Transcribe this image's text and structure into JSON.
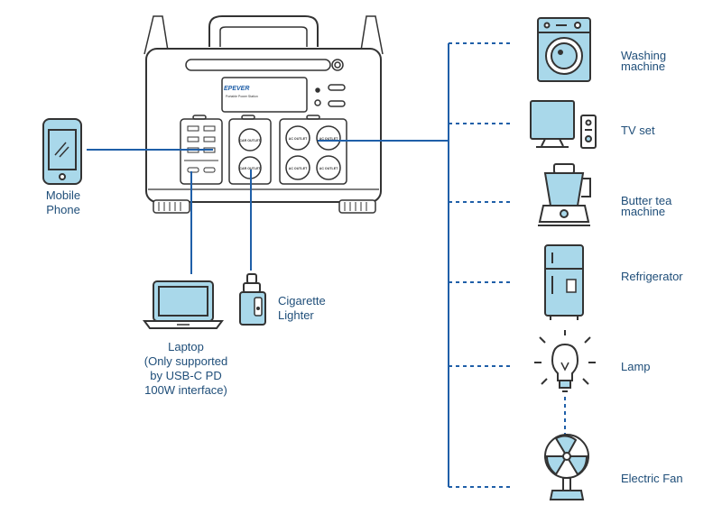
{
  "device": {
    "brand": "EPEVER",
    "subtitle": "Portable Power Station",
    "port_labels": {
      "car_outlet": "CAR OUTLET",
      "ac_outlet": "AC OUTLET"
    }
  },
  "sources": {
    "mobile": [
      "Mobile",
      "Phone"
    ],
    "laptop": [
      "Laptop",
      "(Only supported",
      "by USB-C PD",
      "100W interface)"
    ],
    "cigarette": [
      "Cigarette",
      "Lighter"
    ]
  },
  "appliances": {
    "washing": [
      "Washing",
      "machine"
    ],
    "tv": [
      "TV set"
    ],
    "butter": [
      "Butter tea",
      "machine"
    ],
    "fridge": [
      "Refrigerator"
    ],
    "lamp": [
      "Lamp"
    ],
    "fan": [
      "Electric Fan"
    ]
  },
  "colors": {
    "line": "#1f5fa8",
    "outline": "#333333",
    "fill": "#a9d8ea",
    "label": "#1f4e79"
  }
}
